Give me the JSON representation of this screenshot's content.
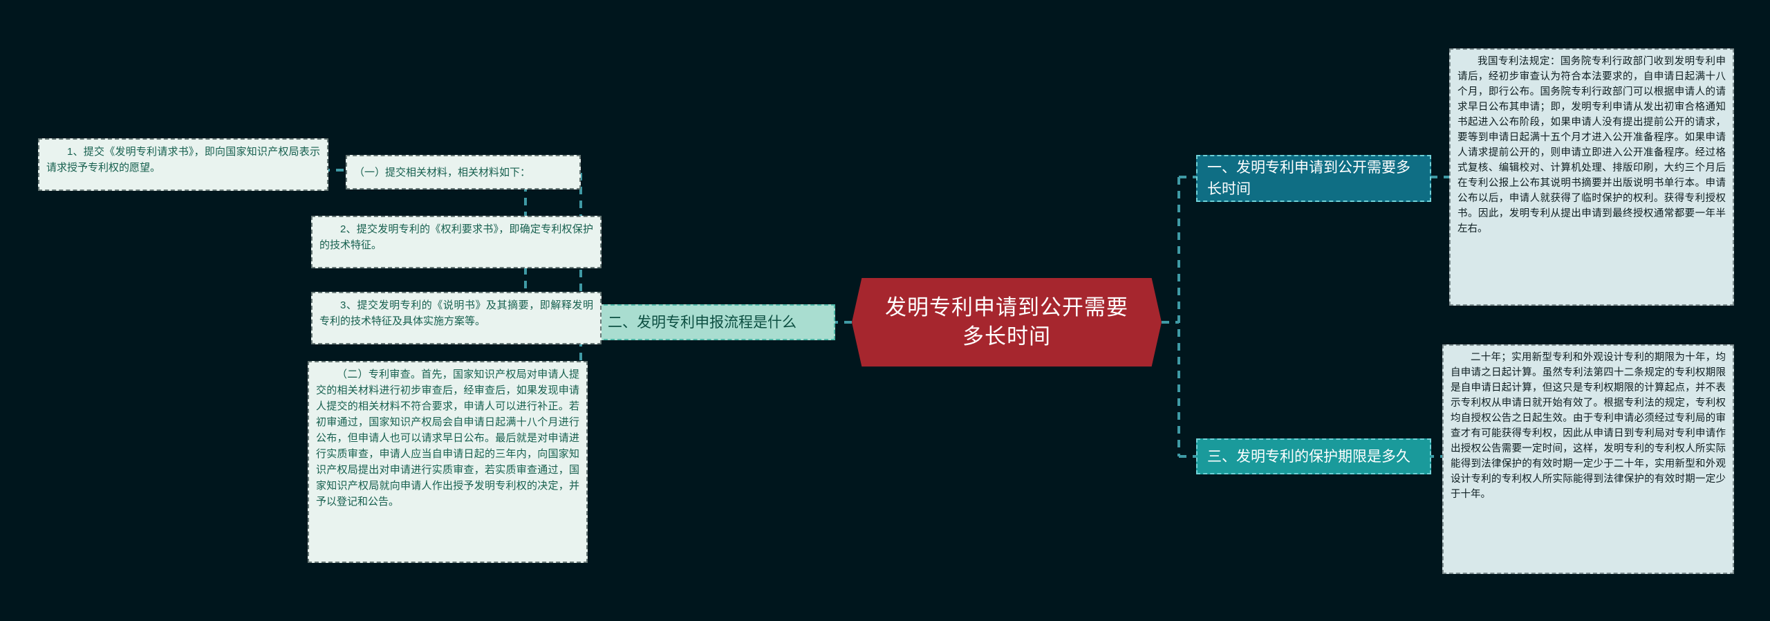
{
  "document": {
    "type": "mindmap",
    "background_color": "#00161d",
    "root_color": "#a6262e",
    "branch_color_primary": "#0f6e84",
    "branch_color_secondary": "#1a9a9b",
    "leaf_color": "#e9f3ef",
    "connector_color": "#3f9aa5"
  },
  "root": {
    "label": "发明专利申请到公开需要多长时间"
  },
  "branches": {
    "left": {
      "label": "二、发明专利申报流程是什么",
      "children": [
        {
          "label": "（一）提交相关材料，相关材料如下：",
          "children": [
            {
              "label": "1、提交《发明专利请求书》，即向国家知识产权局表示请求授予专利权的愿望。"
            },
            {
              "label": "2、提交发明专利的《权利要求书》，即确定专利权保护的技术特征。"
            },
            {
              "label": "3、提交发明专利的《说明书》及其摘要，即解释发明专利的技术特征及具体实施方案等。"
            }
          ]
        },
        {
          "label": "（二）专利审查。首先，国家知识产权局对申请人提交的相关材料进行初步审查后，经审查后，如果发现申请人提交的相关材料不符合要求，申请人可以进行补正。若初审通过，国家知识产权局会自申请日起满十八个月进行公布，但申请人也可以请求早日公布。最后就是对申请进行实质审查，申请人应当自申请日起的三年内，向国家知识产权局提出对申请进行实质审查，若实质审查通过，国家知识产权局就向申请人作出授予发明专利权的决定，并予以登记和公告。"
        }
      ]
    },
    "right": [
      {
        "label": "一、发明专利申请到公开需要多长时间",
        "children": [
          {
            "label": "我国专利法规定：国务院专利行政部门收到发明专利申请后，经初步审查认为符合本法要求的，自申请日起满十八个月，即行公布。国务院专利行政部门可以根据申请人的请求早日公布其申请；即，发明专利申请从发出初审合格通知书起进入公布阶段，如果申请人没有提出提前公开的请求，要等到申请日起满十五个月才进入公开准备程序。如果申请人请求提前公开的，则申请立即进入公开准备程序。经过格式复核、编辑校对、计算机处理、排版印刷，大约三个月后在专利公报上公布其说明书摘要并出版说明书单行本。申请公布以后，申请人就获得了临时保护的权利。获得专利授权书。因此，发明专利从提出申请到最终授权通常都要一年半左右。"
          }
        ]
      },
      {
        "label": "三、发明专利的保护期限是多久",
        "children": [
          {
            "label": "二十年；实用新型专利和外观设计专利的期限为十年，均自申请之日起计算。虽然专利法第四十二条规定的专利权期限是自申请日起计算，但这只是专利权期限的计算起点，并不表示专利权从申请日就开始有效了。根据专利法的规定，专利权均自授权公告之日起生效。由于专利申请必须经过专利局的审查才有可能获得专利权，因此从申请日到专利局对专利申请作出授权公告需要一定时间，这样，发明专利的专利权人所实际能得到法律保护的有效时期一定少于二十年，实用新型和外观设计专利的专利权人所实际能得到法律保护的有效时期一定少于十年。"
          }
        ]
      }
    ]
  }
}
